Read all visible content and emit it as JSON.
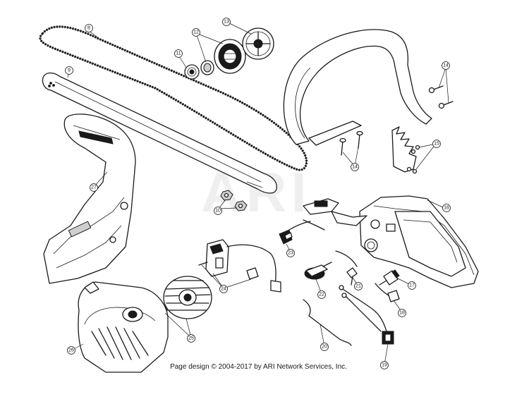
{
  "watermark": "ARI",
  "footer": "Page design © 2004-2017 by ARI Network Services, Inc.",
  "callouts": [
    {
      "id": "8",
      "label": "8"
    },
    {
      "id": "9",
      "label": "9"
    },
    {
      "id": "10",
      "label": "10"
    },
    {
      "id": "11",
      "label": "11"
    },
    {
      "id": "12",
      "label": "12"
    },
    {
      "id": "13",
      "label": "13"
    },
    {
      "id": "14a",
      "label": "14"
    },
    {
      "id": "14b",
      "label": "14"
    },
    {
      "id": "15",
      "label": "15"
    },
    {
      "id": "16",
      "label": "16"
    },
    {
      "id": "17",
      "label": "17"
    },
    {
      "id": "18",
      "label": "18"
    },
    {
      "id": "19",
      "label": "19"
    },
    {
      "id": "20",
      "label": "20"
    },
    {
      "id": "21",
      "label": "21"
    },
    {
      "id": "22",
      "label": "22"
    },
    {
      "id": "23",
      "label": "23"
    },
    {
      "id": "24",
      "label": "24"
    },
    {
      "id": "25",
      "label": "25"
    },
    {
      "id": "26",
      "label": "26"
    },
    {
      "id": "27",
      "label": "27"
    }
  ]
}
